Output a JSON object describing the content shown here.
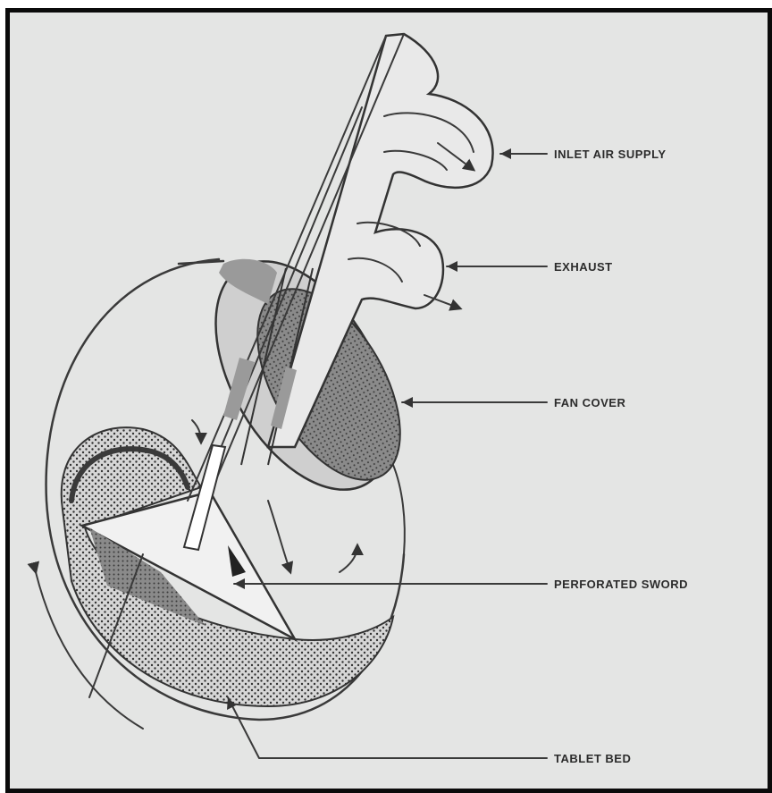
{
  "diagram": {
    "labels": {
      "inlet": "INLET AIR SUPPLY",
      "exhaust": "EXHAUST",
      "fan_cover": "FAN COVER",
      "sword": "PERFORATED SWORD",
      "tablet_bed": "TABLET BED"
    }
  },
  "colors": {
    "background": "#e4e5e4",
    "frame": "#0b0b0b",
    "ink": "#2b2b2b"
  }
}
